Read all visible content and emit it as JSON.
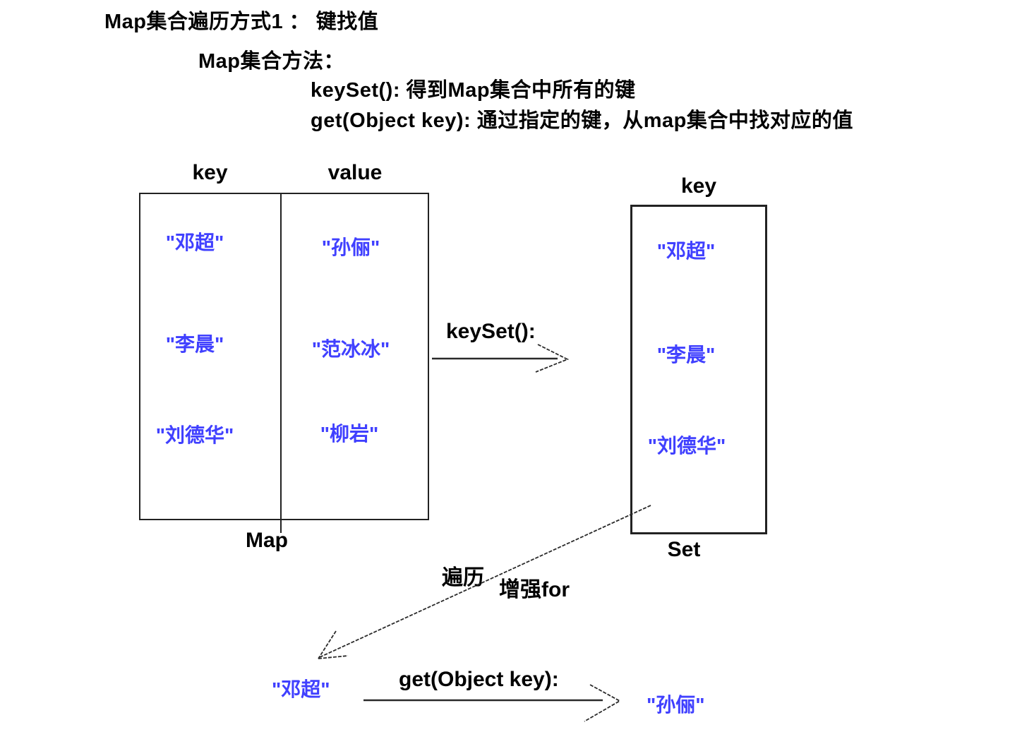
{
  "title": "Map集合遍历方式1 ：  键找值",
  "subtitle": "Map集合方法：",
  "methods": {
    "line1": "keySet(): 得到Map集合中所有的键",
    "line2": "get(Object key): 通过指定的键，从map集合中找对应的值"
  },
  "map_table": {
    "key_header": "key",
    "value_header": "value",
    "caption": "Map",
    "rows": [
      {
        "key": "\"邓超\"",
        "value": "\"孙俪\""
      },
      {
        "key": "\"李晨\"",
        "value": "\"范冰冰\""
      },
      {
        "key": "\"刘德华\"",
        "value": "\"柳岩\""
      }
    ]
  },
  "keyset_arrow": {
    "label": "keySet():"
  },
  "set_box": {
    "header": "key",
    "caption": "Set",
    "items": [
      "\"邓超\"",
      "\"李晨\"",
      "\"刘德华\""
    ]
  },
  "traverse": {
    "label1": "遍历",
    "label2": "增强for"
  },
  "get_flow": {
    "key": "\"邓超\"",
    "label": "get(Object key):",
    "value": "\"孙俪\""
  },
  "colors": {
    "entry_blue": "#4040ff",
    "line": "#2a2a2a"
  }
}
